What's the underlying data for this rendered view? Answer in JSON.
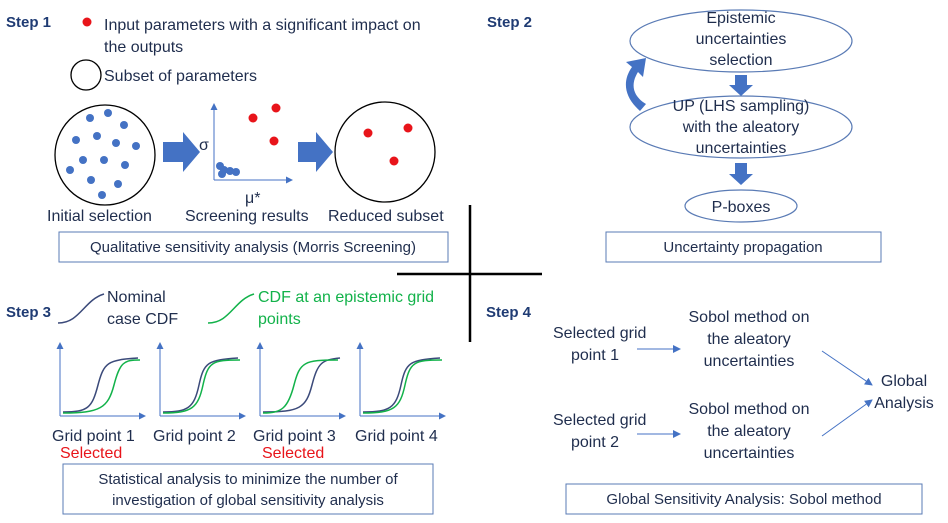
{
  "step1": {
    "label": "Step 1",
    "legend_red": [
      "Input parameters with a significant impact on",
      "the outputs"
    ],
    "legend_circle": "Subset of parameters",
    "y_axis_symbol": "σ",
    "x_axis_symbol": "μ*",
    "captions": [
      "Initial selection",
      "Screening results",
      "Reduced subset"
    ],
    "box": "Qualitative sensitivity analysis (Morris Screening)"
  },
  "step2": {
    "label": "Step 2",
    "ellipse1": [
      "Epistemic",
      "uncertainties",
      "selection"
    ],
    "ellipse2": [
      "UP (LHS sampling)",
      "with the aleatory",
      "uncertainties"
    ],
    "pboxes": "P-boxes",
    "box": "Uncertainty propagation"
  },
  "step3": {
    "label": "Step 3",
    "legend_nominal": [
      "Nominal",
      "case CDF"
    ],
    "legend_epistemic": [
      "CDF at an epistemic grid",
      "points"
    ],
    "grid_points": [
      {
        "name": "Grid point 1",
        "status": "Selected"
      },
      {
        "name": "Grid point 2",
        "status": ""
      },
      {
        "name": "Grid point 3",
        "status": "Selected"
      },
      {
        "name": "Grid point 4",
        "status": ""
      }
    ],
    "box": [
      "Statistical analysis to minimize the number of",
      "investigation of global sensitivity analysis"
    ]
  },
  "step4": {
    "label": "Step 4",
    "input1": [
      "Selected grid",
      "point 1"
    ],
    "input2": [
      "Selected grid",
      "point 2"
    ],
    "sobol1": [
      "Sobol method on",
      "the aleatory",
      "uncertainties"
    ],
    "sobol2": [
      "Sobol method on",
      "the aleatory",
      "uncertainties"
    ],
    "global": [
      "Global",
      "Analysis"
    ],
    "box": "Global Sensitivity Analysis: Sobol method"
  },
  "colors": {
    "text": "#1f2d4d",
    "accent_blue": "#4472c4",
    "dot_blue": "#4472c4",
    "dot_red": "#e8141a",
    "curve_dark": "#3b4a7a",
    "curve_green": "#12b24a",
    "selected_red": "#e8141a",
    "box_border": "#5a7bb5"
  }
}
